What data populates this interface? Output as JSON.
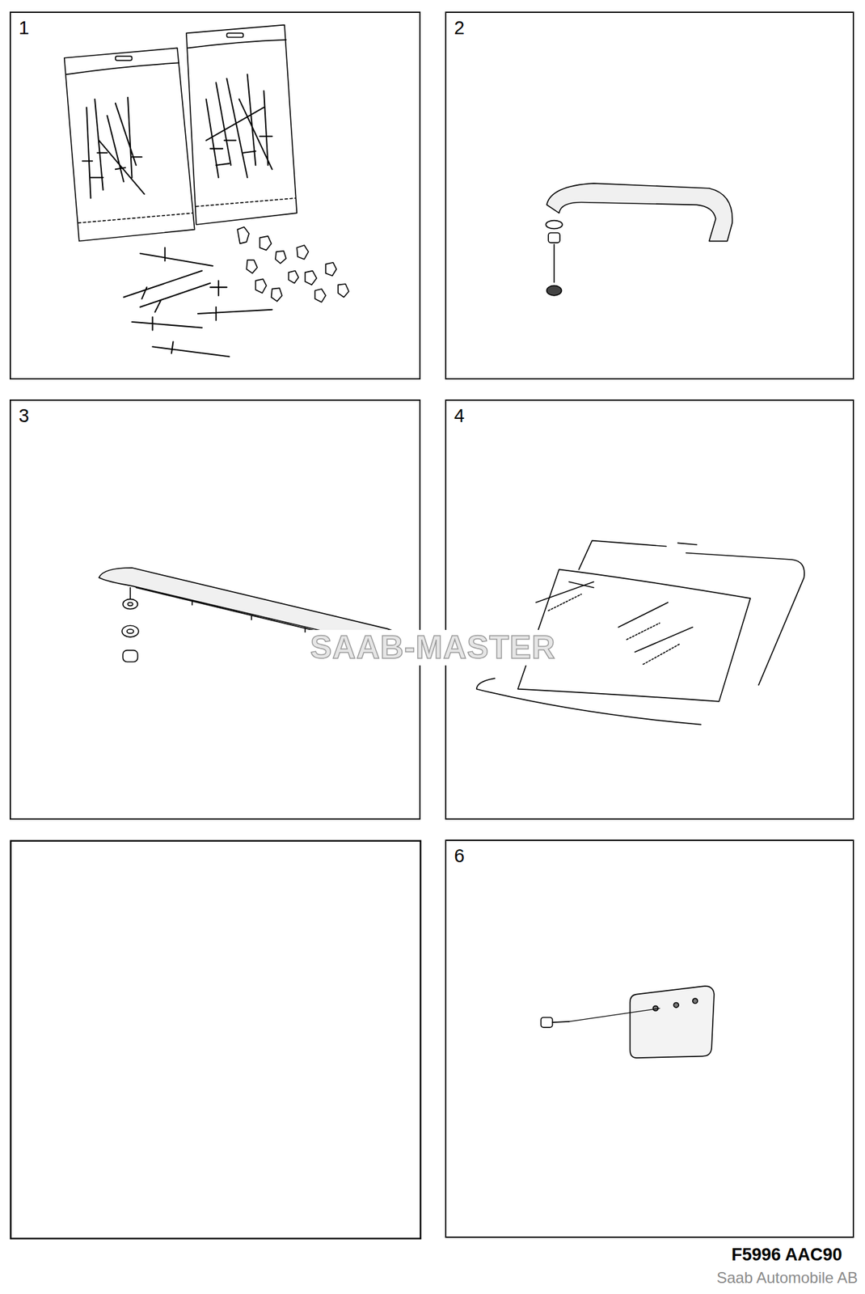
{
  "diagram": {
    "nodes": [
      {
        "text": [
          "1"
        ]
      },
      {
        "text": [
          "2"
        ]
      },
      {
        "text": [
          "3"
        ]
      },
      {
        "text": [
          "4"
        ]
      },
      {
        "text": [
          "6"
        ]
      }
    ],
    "labels": [
      "SAAB-MASTER",
      "F5996 AAC90",
      "Saab Automobile AB"
    ]
  }
}
